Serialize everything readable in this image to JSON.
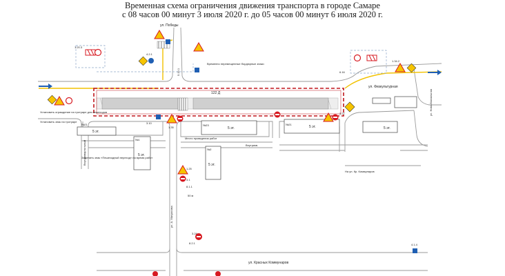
{
  "title": {
    "line1": "Временная схема ограничения движения транспорта в городе Самаре",
    "line2": "с 08 часов 00 минут 3 июля 2020 г. до 05 часов 00 минут 6 июля 2020 г."
  },
  "streets": {
    "pobedy": "ул. Победы",
    "fizkulturnaya": "ул. Физкультурная",
    "novo_vokzalnaya": "ул. Ново-Вокзальная",
    "mayakovskogo": "ул. А. Матросова",
    "krasnye_kommunary": "ул. Красных Коммунаров",
    "vnutrikv_left": "Внутриквартальный",
    "vnutrikv_mid": "Внутрикв.",
    "to_kommunarov": "На ул. Кр. Коммунаров"
  },
  "labels": {
    "work_site": "Место проведения работ",
    "temp_boundary": "Временно перемещенные бордюрные знаки",
    "set_signs": "Установить знак на тротуаре",
    "install_barrier": "Установить ограждение на тротуаре для пешеходов",
    "replace_sign": "Заменить знак «Пешеходный переход» на время работ"
  },
  "buildings": {
    "b1": "5 эт.",
    "b2": "5 эт.",
    "b3": "5 эт.",
    "b4": "5 эт.",
    "b5": "5 эт.",
    "b6": "5 эт.",
    "n1": "№21",
    "n2": "№23",
    "n3": "№21",
    "n4": "№1",
    "n5": "№2"
  },
  "work_zone_label": "122 Д",
  "signs": {
    "s1": "1.25",
    "s2": "3.1",
    "s3": "8.1.1",
    "s4": "3.10",
    "s5": "5.19.1",
    "s6": "3.24",
    "s7": "1.20.3",
    "s8": "4.2.1",
    "s9": "6.16",
    "s10": "50 м",
    "s11": "1.34.2",
    "s12": "8.2.1",
    "s13": "3.27",
    "s14": "1.35",
    "s15": "4.1.4"
  },
  "colors": {
    "road": "#9a9a9a",
    "work_fence": "#c0151b",
    "yellow_line": "#f2c200",
    "sign_red": "#d71920",
    "sign_blue": "#1f5fb3",
    "sign_yellow": "#f6c400"
  }
}
